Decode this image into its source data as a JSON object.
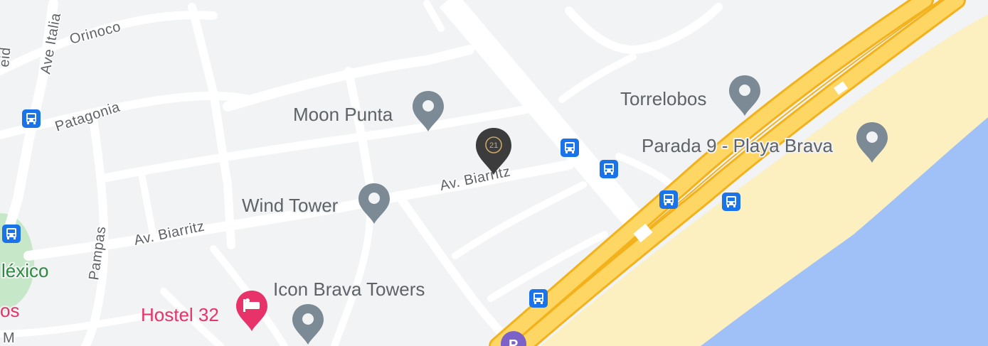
{
  "streets": {
    "orinoco": "Orinoco",
    "ave_italia": "Ave Italia",
    "patagonia": "Patagonia",
    "pampas": "Pampas",
    "biarritz_left": "Av. Biarritz",
    "biarritz_right": "Av. Biarritz",
    "partial_top_left": "eid",
    "partial_bottom_left": "M"
  },
  "places": {
    "moon_punta": "Moon Punta",
    "torrelobos": "Torrelobos",
    "parada_9": "Parada 9 - Playa Brava",
    "wind_tower": "Wind Tower",
    "icon_brava": "Icon Brava Towers",
    "hostel_32": "Hostel 32",
    "mexico_partial": "léxico",
    "os_partial": "os"
  },
  "markers": {
    "selected_badge": "21"
  },
  "colors": {
    "land": "#f1f3f4",
    "road": "#ffffff",
    "highway": "#fbc02d",
    "beach": "#fcefc0",
    "water": "#9fc1f8",
    "park": "#c6e8c9",
    "poi_gray": "#7b8a95",
    "transit_blue": "#1a73e8",
    "hotel_pink": "#e8336a",
    "selected_marker": "#3c3c3c",
    "parking_purple": "#7b61c8"
  },
  "icons": {
    "poi": "map-pin-icon",
    "transit": "bus-stop-icon",
    "hotel": "hotel-bed-icon",
    "parking": "parking-icon",
    "selected": "century21-marker-icon"
  }
}
